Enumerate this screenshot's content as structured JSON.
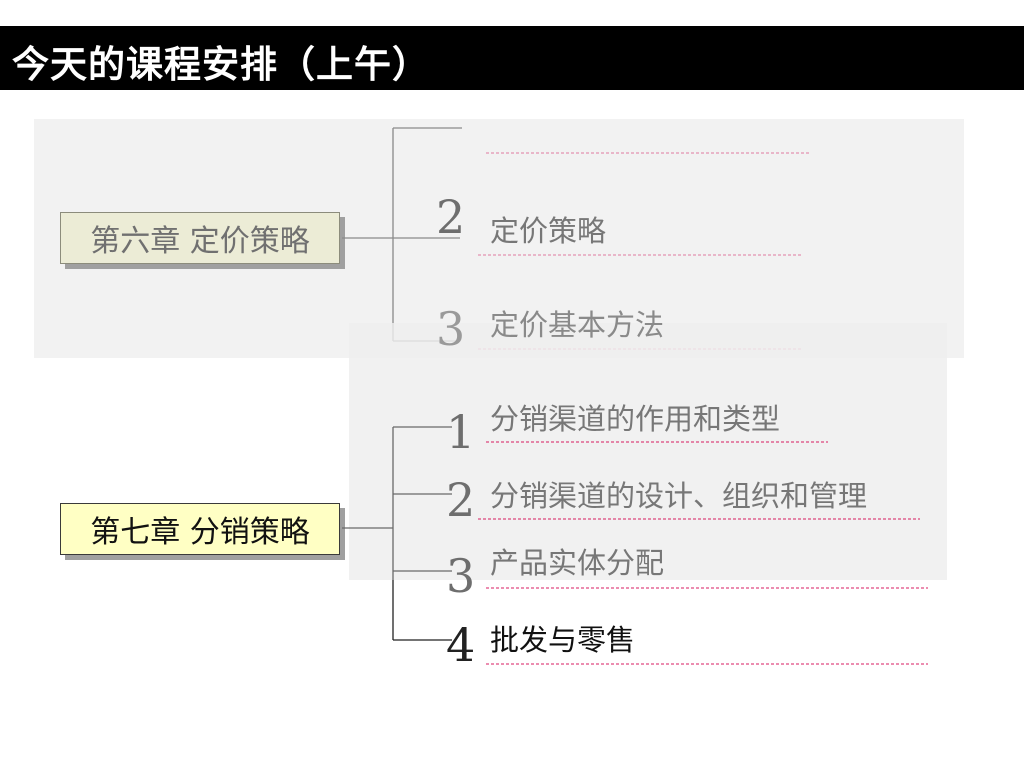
{
  "title": "今天的课程安排（上午）",
  "chapters": [
    {
      "label": "第六章 定价策略",
      "items": [
        {
          "number": "",
          "label": ""
        },
        {
          "number": "2",
          "label": "定价策略"
        },
        {
          "number": "3",
          "label": "定价基本方法"
        }
      ]
    },
    {
      "label": "第七章 分销策略",
      "items": [
        {
          "number": "1",
          "label": "分销渠道的作用和类型"
        },
        {
          "number": "2",
          "label": "分销渠道的设计、组织和管理"
        },
        {
          "number": "3",
          "label": "产品实体分配"
        },
        {
          "number": "4",
          "label": "批发与零售"
        }
      ]
    }
  ],
  "colors": {
    "title_bar": "#000000",
    "panel": "#f2f2f2",
    "chapter6_fill": "#ececd6",
    "chapter7_fill": "#ffffc4",
    "dashed_underline": "#d81b60",
    "connector": "#555555"
  }
}
